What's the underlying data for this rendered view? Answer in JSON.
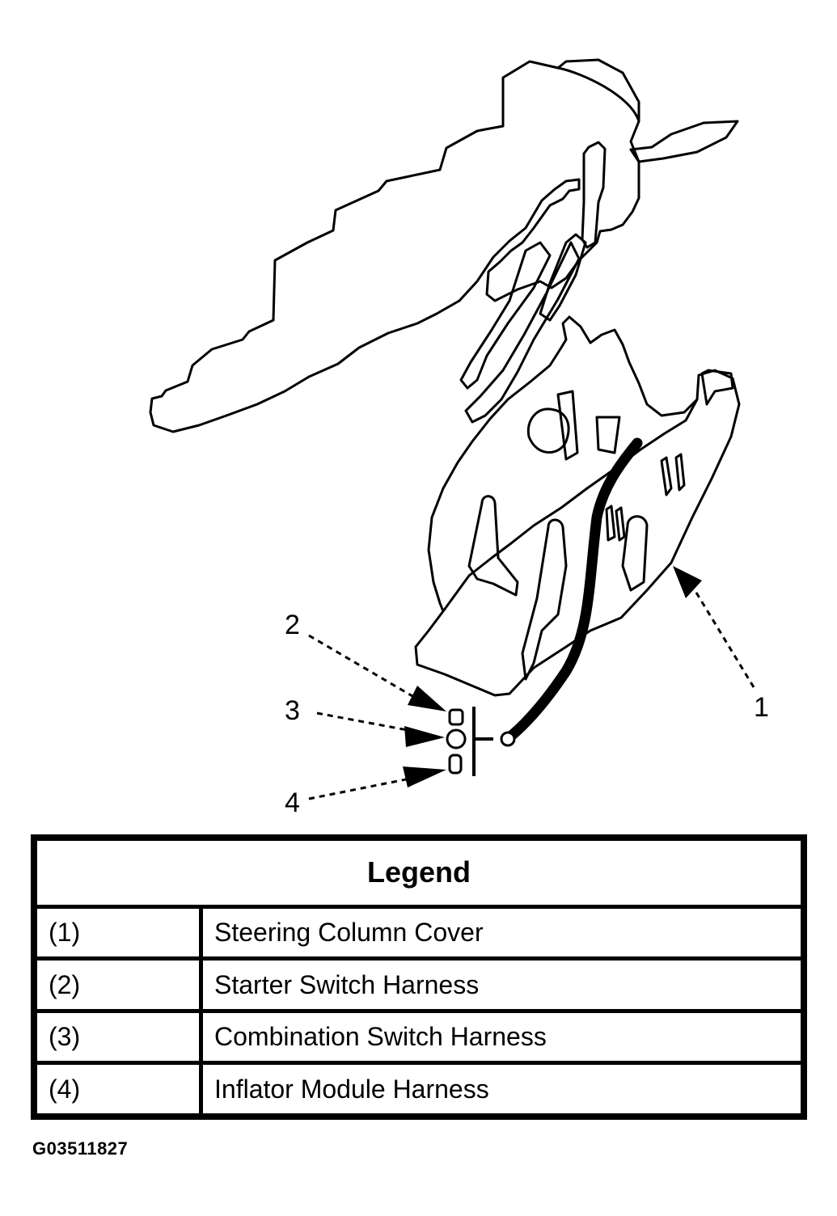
{
  "callouts": [
    "1",
    "2",
    "3",
    "4"
  ],
  "legend": {
    "title": "Legend",
    "rows": [
      {
        "num": "(1)",
        "label": "Steering Column Cover"
      },
      {
        "num": "(2)",
        "label": "Starter Switch Harness"
      },
      {
        "num": "(3)",
        "label": "Combination Switch Harness"
      },
      {
        "num": "(4)",
        "label": "Inflator Module Harness"
      }
    ]
  },
  "figure_id": "G03511827"
}
